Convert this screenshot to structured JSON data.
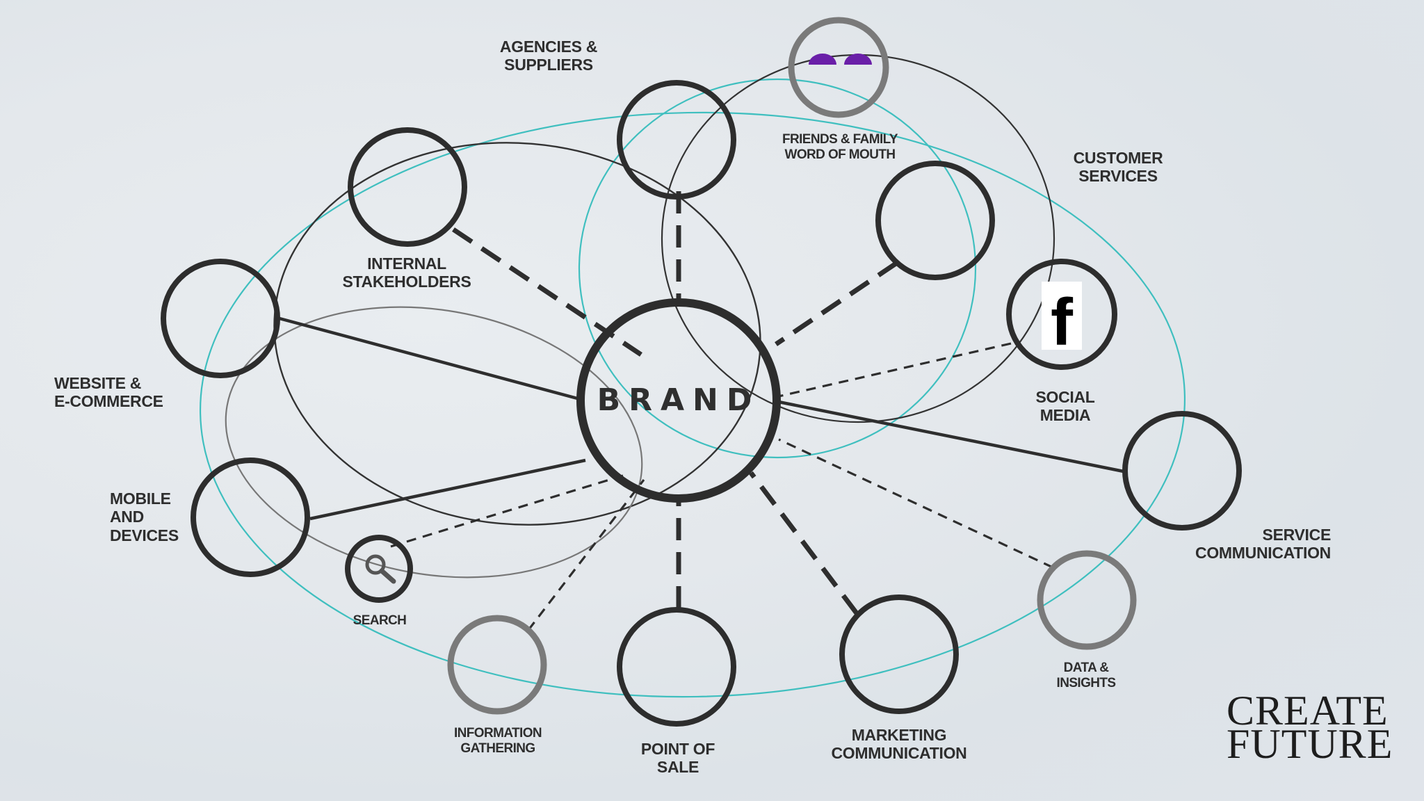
{
  "brand": "BRAND",
  "nodes": {
    "agencies": "AGENCIES &\nSUPPLIERS",
    "internal": "INTERNAL\nSTAKEHOLDERS",
    "friends": "FRIENDS & FAMILY\nWORD OF MOUTH",
    "customer_services": "CUSTOMER\nSERVICES",
    "social_media": "SOCIAL\nMEDIA",
    "website": "WEBSITE &\nE-COMMERCE",
    "mobile": "MOBILE\nAND\nDEVICES",
    "search": "SEARCH",
    "information": "INFORMATION\nGATHERING",
    "point_of_sale": "POINT OF\nSALE",
    "marketing": "MARKETING\nCOMMUNICATION",
    "data": "DATA &\nINSIGHTS",
    "service": "SERVICE\nCOMMUNICATION"
  },
  "logo": "CREATE\nFUTURE",
  "icons": {
    "facebook": "f",
    "friends": "people-icon",
    "search": "magnifier-icon"
  },
  "colors": {
    "stroke": "#2c2c2c",
    "teal": "#3fbfbf",
    "grey": "#7a7a7a",
    "purple": "#6a1fa8"
  }
}
